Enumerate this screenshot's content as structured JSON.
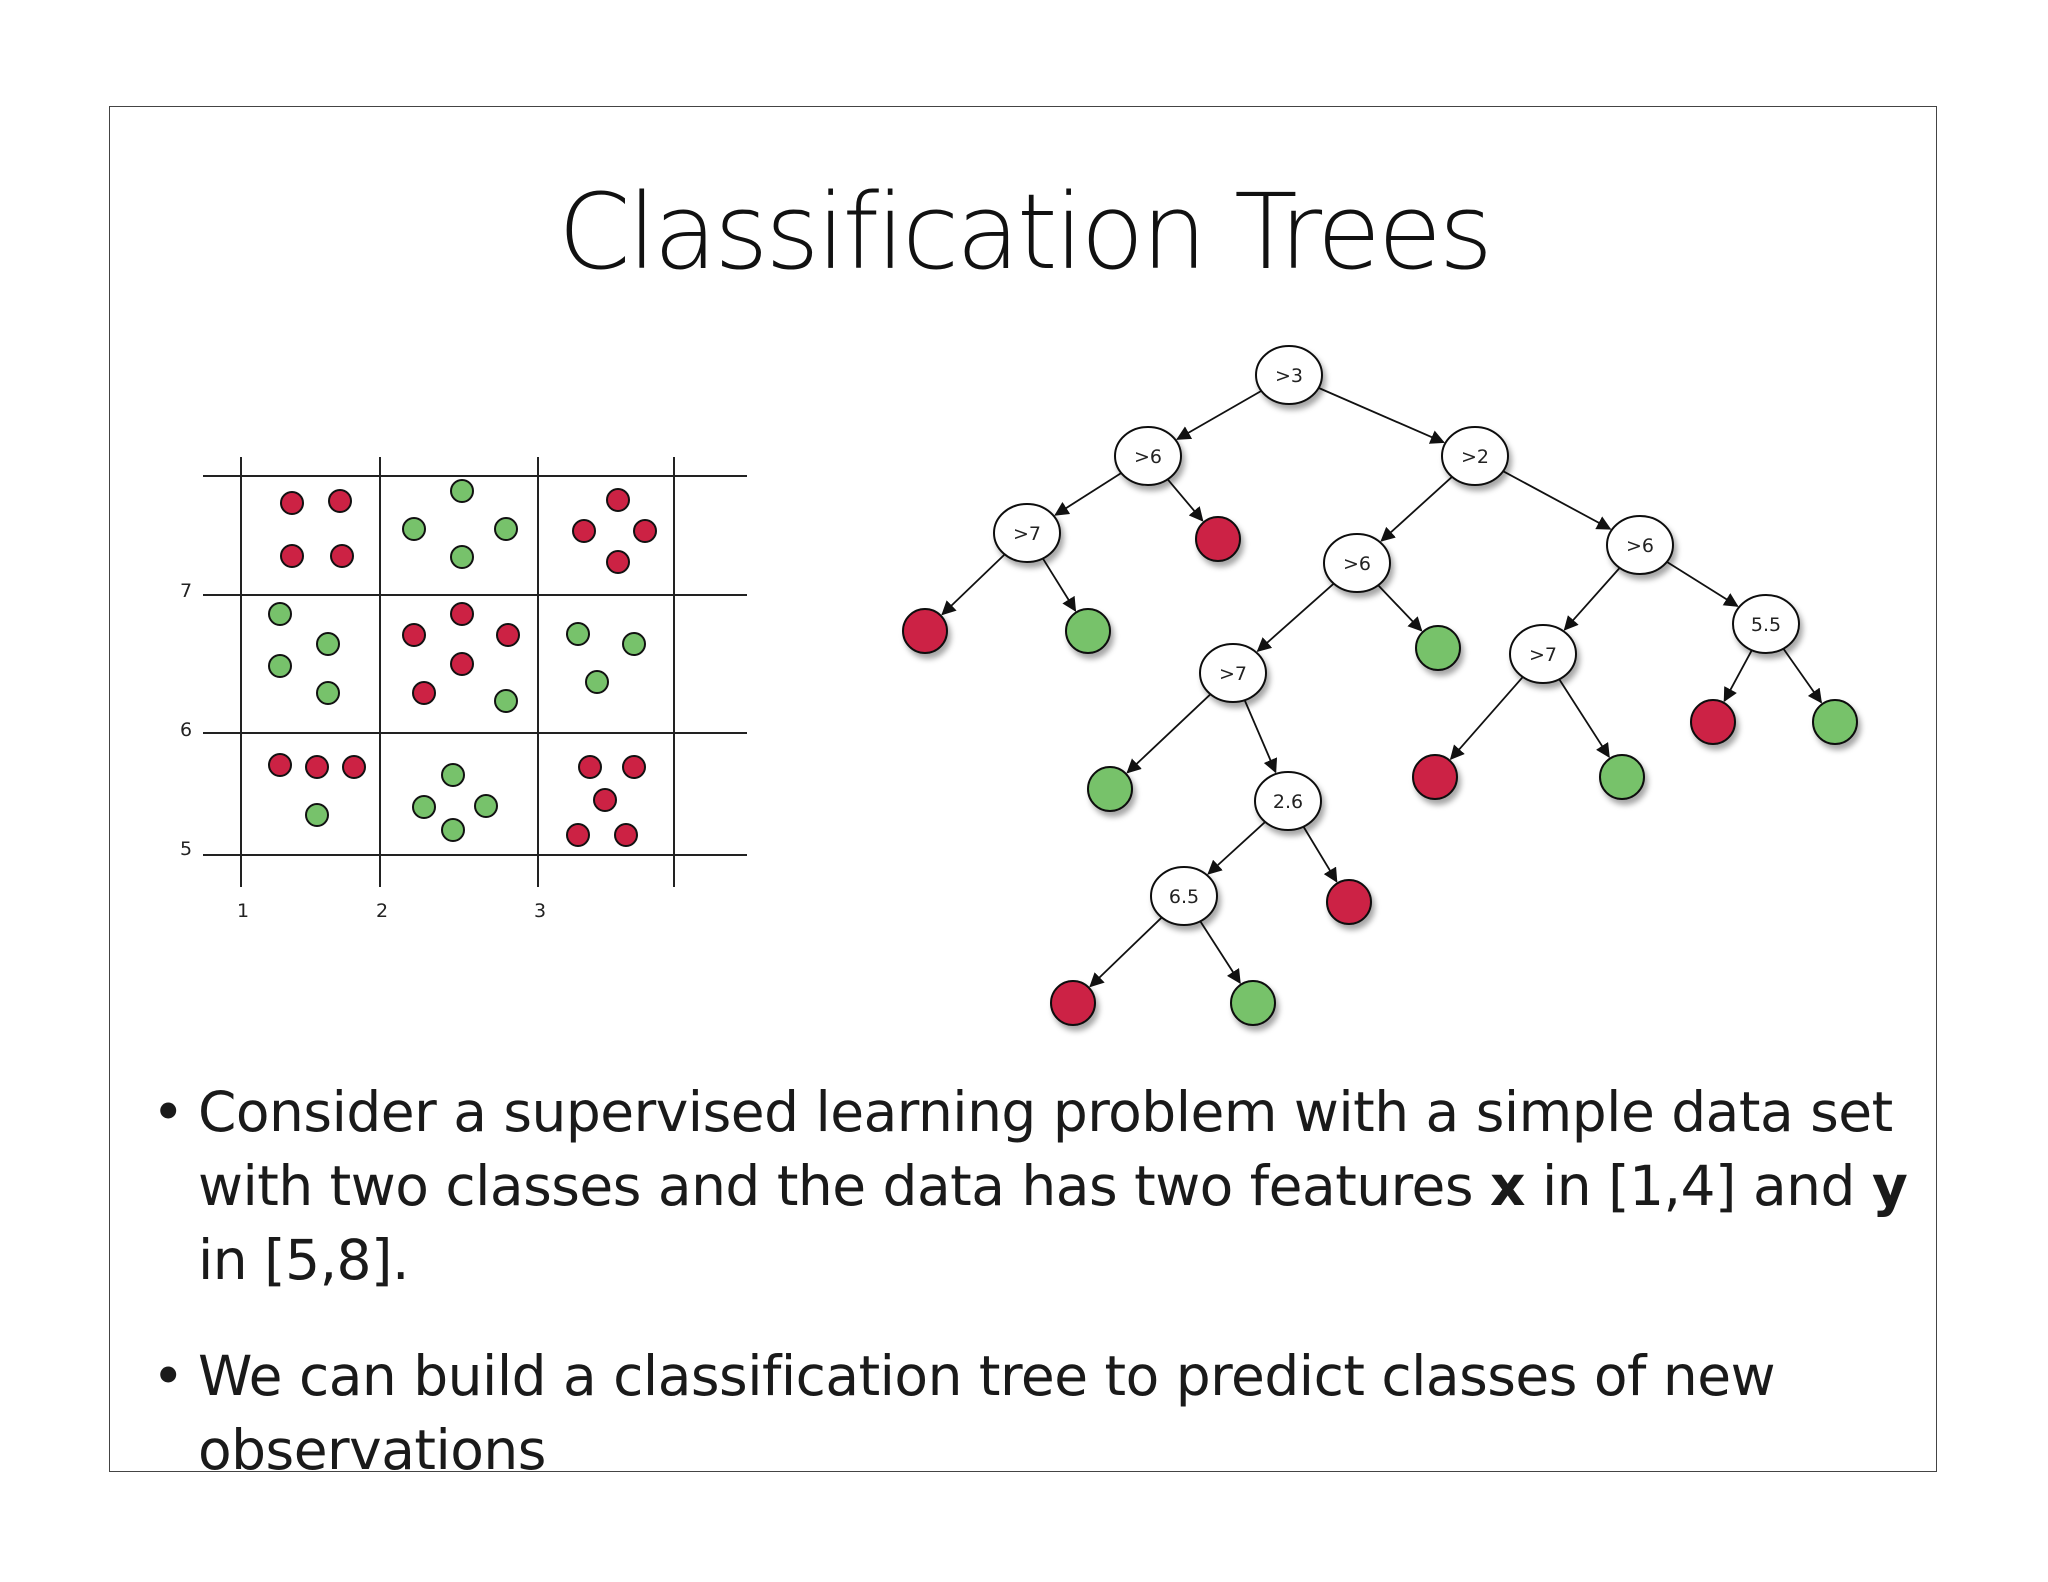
{
  "slide": {
    "title": "Classification Trees",
    "bullets": [
      {
        "parts": [
          "Consider a supervised learning problem with a simple data set with two classes and the data has two features ",
          "x",
          " in [1,4] and ",
          "y",
          " in [5,8]."
        ]
      },
      {
        "parts": [
          "We can build a classification tree to predict classes of new observations"
        ]
      }
    ]
  },
  "colors": {
    "red": "#cc2244",
    "green": "#77c26b",
    "node_fill": "#ffffff",
    "line": "#111111"
  },
  "scatter": {
    "x_ticks": [
      "1",
      "2",
      "3"
    ],
    "y_ticks": [
      "7",
      "6",
      "5"
    ]
  },
  "tree": {
    "nodes": [
      {
        "id": "n1",
        "label": ">3"
      },
      {
        "id": "n2",
        "label": ">6"
      },
      {
        "id": "n3",
        "label": ">2"
      },
      {
        "id": "n4",
        "label": ">7"
      },
      {
        "id": "n5",
        "label": ">6"
      },
      {
        "id": "n6",
        "label": ">6"
      },
      {
        "id": "n7",
        "label": ">7"
      },
      {
        "id": "n8",
        "label": ">7"
      },
      {
        "id": "n9",
        "label": "5.5"
      },
      {
        "id": "n10",
        "label": "2.6"
      },
      {
        "id": "n11",
        "label": "6.5"
      }
    ]
  }
}
